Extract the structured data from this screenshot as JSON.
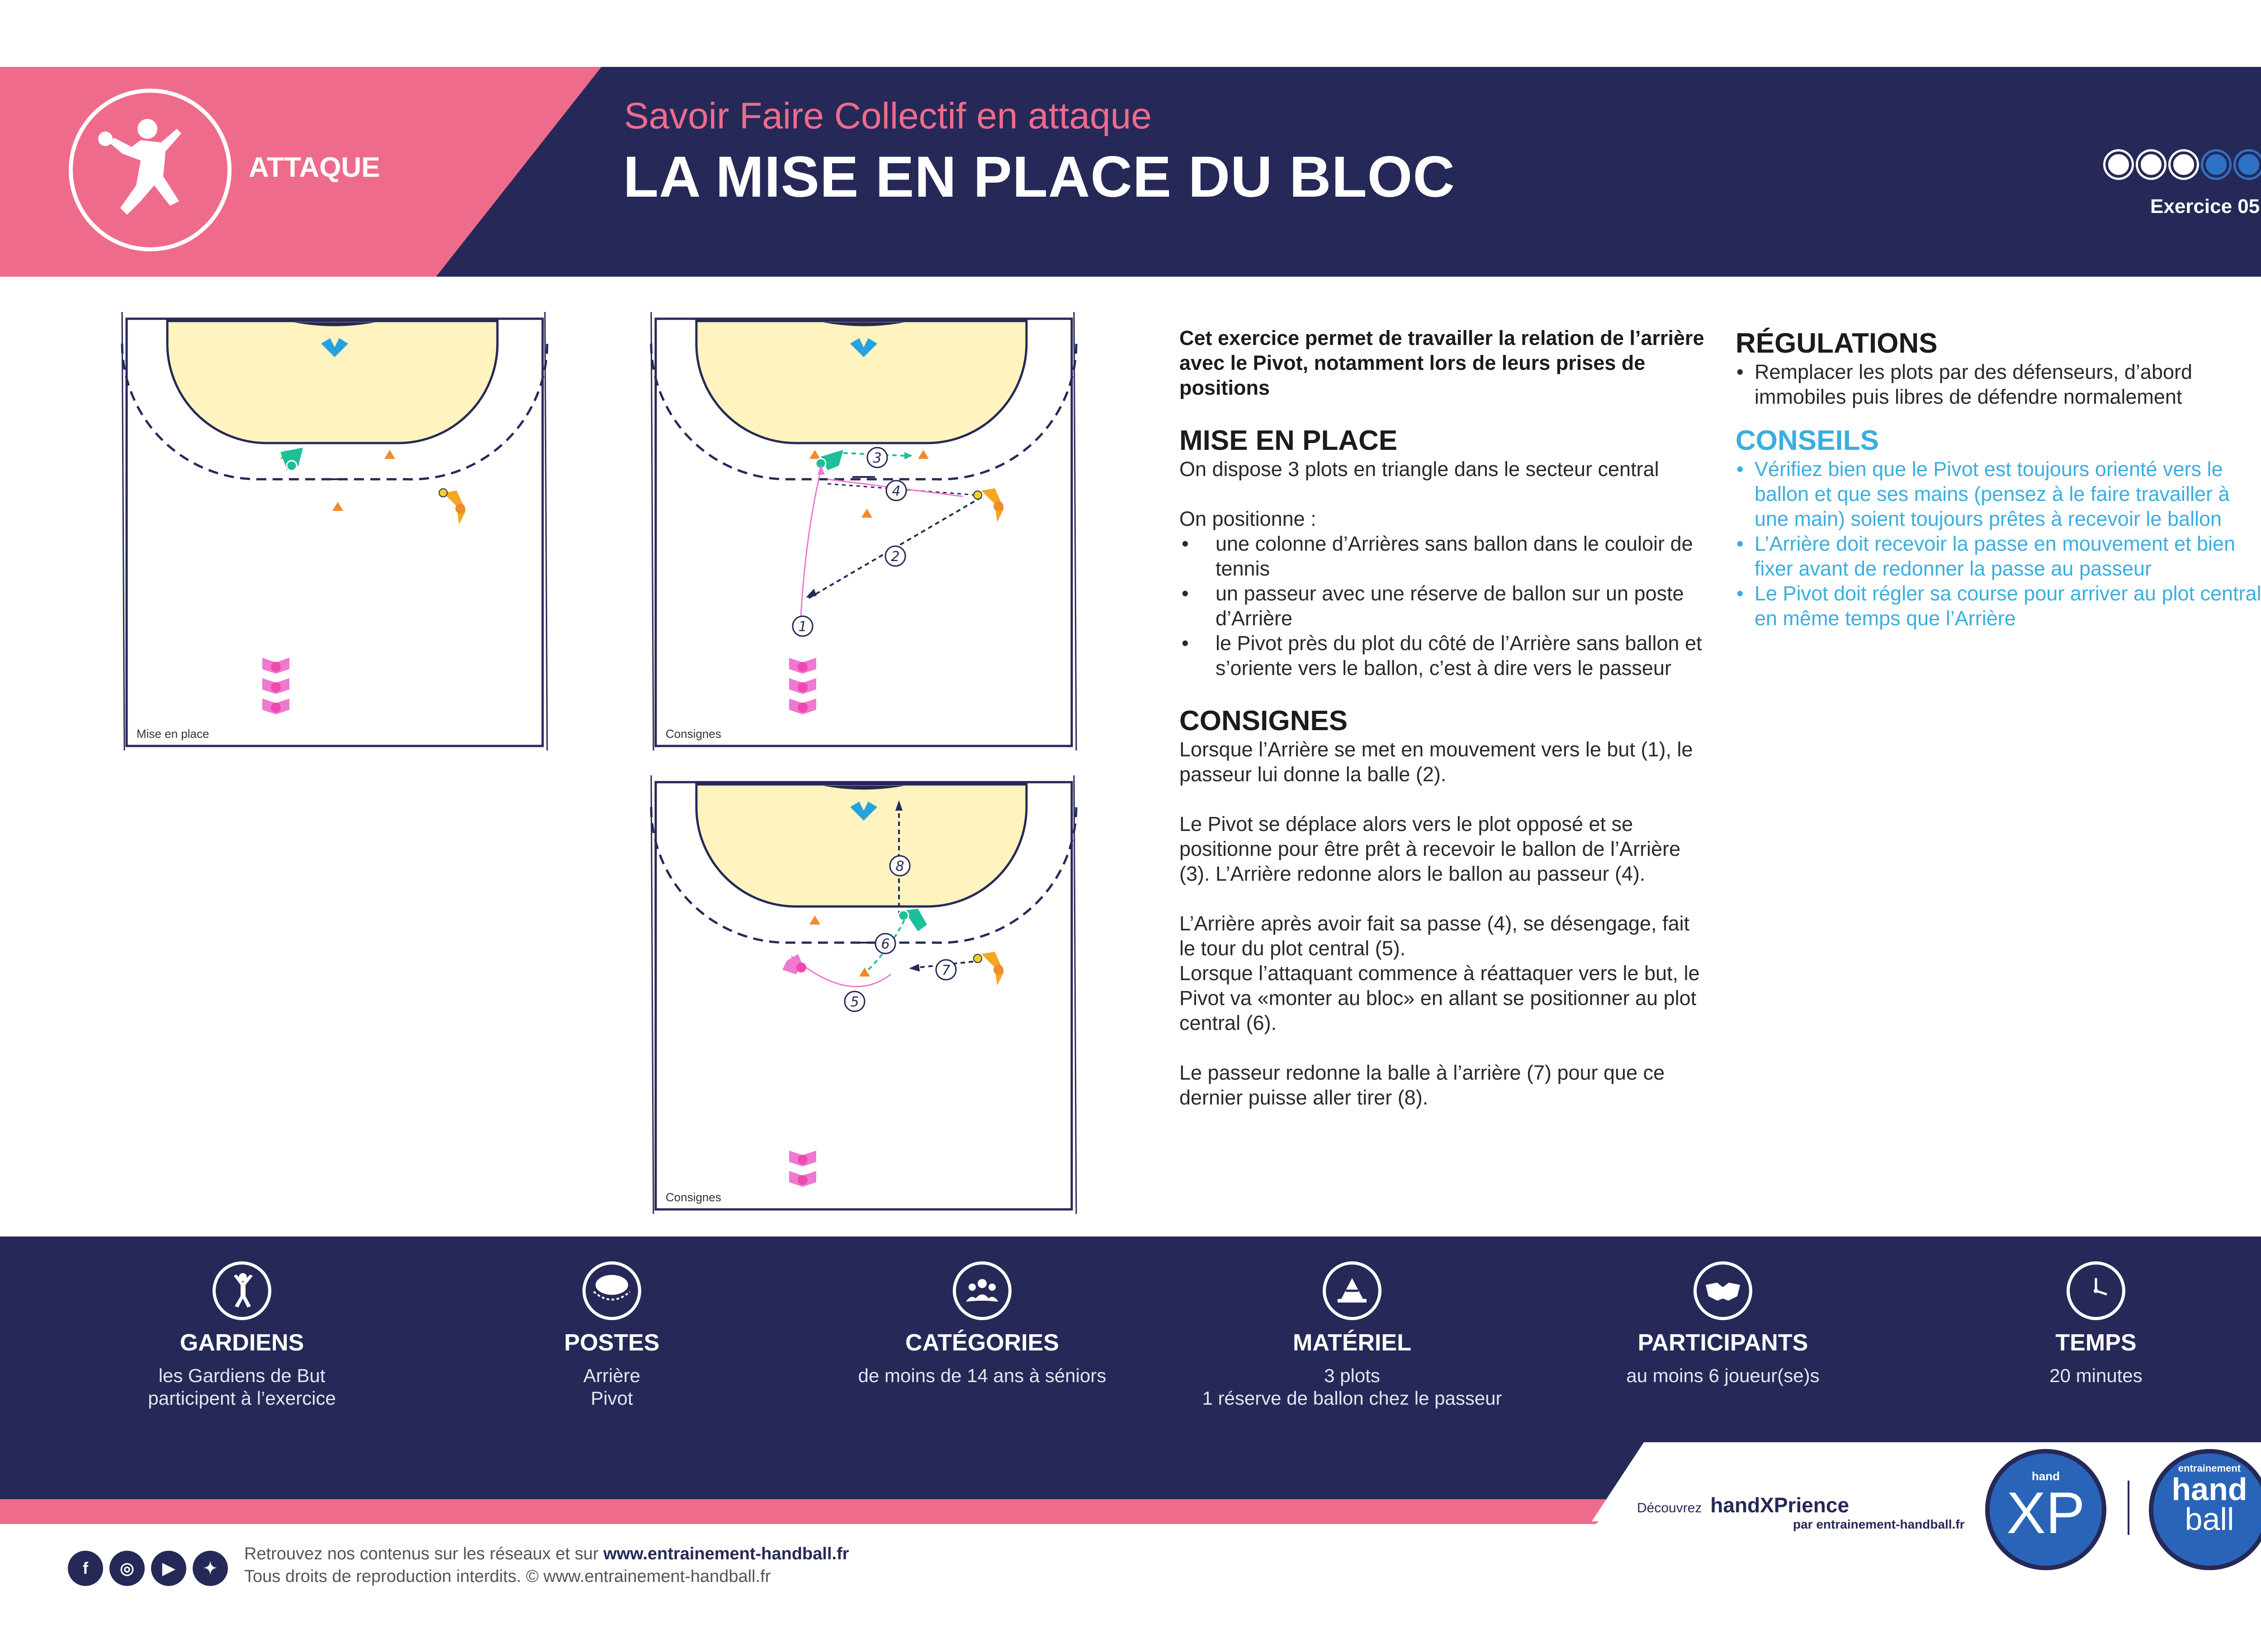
{
  "header": {
    "category": "ATTAQUE",
    "subtitle": "Savoir Faire Collectif en attaque",
    "title": "LA MISE EN PLACE DU BLOC",
    "difficulty": 3,
    "difficulty_max": 5,
    "exercise_label": "Exercice  05",
    "colors": {
      "navy": "#262957",
      "pink": "#ef6b8c",
      "blue": "#3aaee0"
    }
  },
  "diagrams": [
    {
      "label": "Mise en place",
      "step_markers": []
    },
    {
      "label": "Consignes",
      "step_markers": [
        "1",
        "2",
        "3",
        "4"
      ]
    },
    {
      "label": "Consignes",
      "step_markers": [
        "5",
        "6",
        "7",
        "8"
      ]
    }
  ],
  "intro": "Cet exercice permet de travailler la relation de l’arrière avec le Pivot, notamment lors de leurs prises de positions",
  "mise_en_place": {
    "heading": "MISE EN PLACE",
    "p1": "On dispose 3 plots en triangle dans le secteur central",
    "p2": "On positionne :",
    "bullets": [
      "une colonne d’Arrières sans ballon dans le couloir de tennis",
      "un passeur avec une réserve de ballon sur un poste d’Arrière",
      "le Pivot près du plot du côté de l’Arrière sans ballon et s’oriente vers le ballon, c’est à dire vers le passeur"
    ]
  },
  "consignes": {
    "heading": "CONSIGNES",
    "paragraphs": [
      "Lorsque l’Arrière se met en mouvement vers le but (1), le passeur lui donne la balle (2).",
      "Le Pivot se déplace alors vers le plot opposé et se positionne pour être prêt à recevoir le ballon de l’Arrière (3). L’Arrière redonne alors le ballon au passeur (4).",
      "L’Arrière après avoir fait sa passe (4), se désengage, fait le tour du plot central (5).",
      "Lorsque l’attaquant commence à réattaquer vers le but, le Pivot va «monter au bloc» en allant se positionner au plot central (6).",
      "Le passeur redonne la balle à l’arrière (7) pour que ce dernier puisse aller tirer (8)."
    ]
  },
  "regulations": {
    "heading": "RÉGULATIONS",
    "items": [
      "Remplacer les plots par des défenseurs, d’abord immobiles puis libres de défendre normalement"
    ]
  },
  "conseils": {
    "heading": "CONSEILS",
    "items": [
      "Vérifiez bien que le Pivot est toujours orienté vers le ballon et que ses mains (pensez à le faire travailler à une main) soient toujours prêtes à recevoir le ballon",
      "L’Arrière doit recevoir la passe en mouvement et bien fixer avant de redonner la passe au passeur",
      "Le Pivot doit régler sa course pour arriver au plot central en même temps que l’Arrière"
    ]
  },
  "infos": [
    {
      "icon": "goalkeeper-icon",
      "label": "GARDIENS",
      "lines": [
        "les Gardiens de But",
        "participent à l’exercice"
      ]
    },
    {
      "icon": "positions-icon",
      "label": "POSTES",
      "lines": [
        "Arrière",
        "Pivot"
      ]
    },
    {
      "icon": "group-icon",
      "label": "CATÉGORIES",
      "lines": [
        "de moins de 14 ans à séniors"
      ]
    },
    {
      "icon": "cone-icon",
      "label": "MATÉRIEL",
      "lines": [
        "3 plots",
        "1 réserve de ballon chez le passeur"
      ]
    },
    {
      "icon": "handshake-icon",
      "label": "PARTICIPANTS",
      "lines": [
        "au moins 6 joueur(se)s"
      ]
    },
    {
      "icon": "clock-icon",
      "label": "TEMPS",
      "lines": [
        "20 minutes"
      ]
    }
  ],
  "footer": {
    "line1_prefix": "Retrouvez nos contenus sur les réseaux et sur ",
    "line1_link": "www.entrainement-handball.fr",
    "line2": "Tous droits de reproduction interdits. © www.entrainement-handball.fr",
    "social": [
      "facebook-icon",
      "instagram-icon",
      "youtube-icon",
      "twitter-icon"
    ],
    "discover_prefix": "Découvrez",
    "discover_brand": "handXPrience",
    "discover_by": "par entrainement-handball.fr",
    "xp_small": "hand",
    "xp_big": "XP",
    "hb_small": "entrainement",
    "hb_big1": "hand",
    "hb_big2": "ball"
  }
}
